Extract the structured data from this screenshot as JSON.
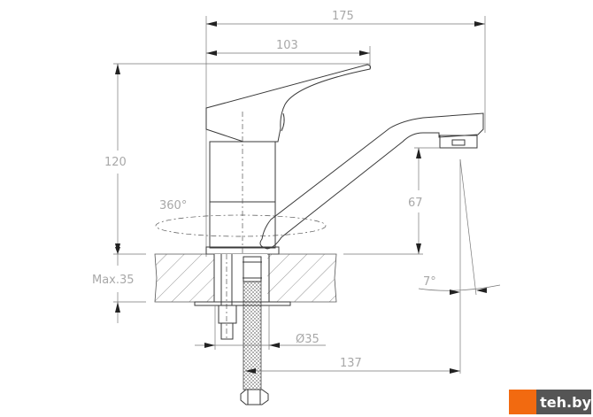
{
  "dimensions": {
    "overall_length": "175",
    "handle_length": "103",
    "height": "120",
    "spout_height": "67",
    "rotation": "360°",
    "max_thickness": "Max.35",
    "hole_diameter": "Ø35",
    "spout_reach": "137",
    "angle": "7°"
  },
  "watermark": {
    "text": "teh.by"
  },
  "colors": {
    "line": "#3a3a3a",
    "label": "#a8a8a8",
    "watermark_orange": "#f26a10",
    "watermark_dark": "#555555"
  }
}
